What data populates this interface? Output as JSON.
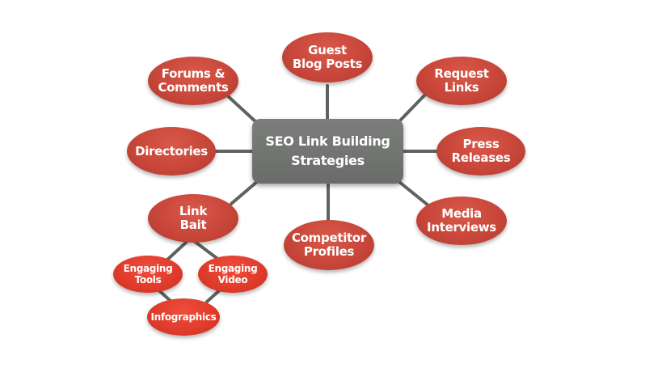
{
  "diagram": {
    "center": {
      "label": "SEO Link Building\nStrategies"
    },
    "nodes": {
      "guest_blog_posts": "Guest\nBlog Posts",
      "forums_comments": "Forums &\nComments",
      "request_links": "Request\nLinks",
      "directories": "Directories",
      "press_releases": "Press\nReleases",
      "link_bait": "Link\nBait",
      "media_interviews": "Media\nInterviews",
      "competitor_profiles": "Competitor\nProfiles",
      "engaging_tools": "Engaging\nTools",
      "engaging_video": "Engaging\nVideo",
      "infographics": "Infographics"
    },
    "colors": {
      "node_fill": "#c8473a",
      "sub_node_fill": "#e13c2c",
      "center_fill": "#707270",
      "connector": "#5f6360",
      "text": "#ffffff"
    }
  }
}
